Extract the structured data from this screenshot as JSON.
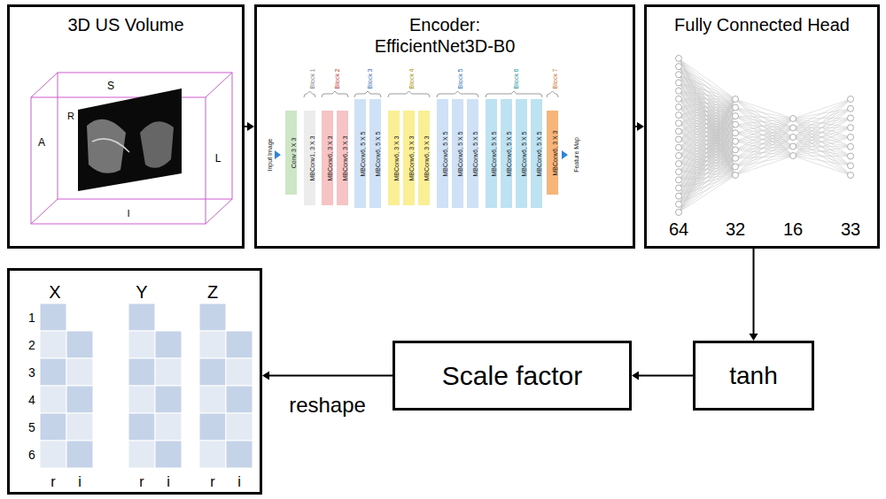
{
  "diagram": {
    "nodes": [
      {
        "text": [
          "3D US Volume"
        ]
      },
      {
        "text": [
          "Encoder: EfficientNet3D-B0"
        ]
      },
      {
        "text": [
          "Conv 3 X 3"
        ],
        "in": 1
      },
      {
        "text": [
          "MBConv1, 3 X 3"
        ],
        "in": 1
      },
      {
        "text": [
          "MBConv6, 3 X 3"
        ],
        "in": 1
      },
      {
        "text": [
          "MBConv6, 3 X 3"
        ],
        "in": 1
      },
      {
        "text": [
          "MBConv6, 5 X 5"
        ],
        "in": 1
      },
      {
        "text": [
          "MBConv6, 5 X 5"
        ],
        "in": 1
      },
      {
        "text": [
          "MBConv6, 3 X 3"
        ],
        "in": 1
      },
      {
        "text": [
          "MBConv6, 3 X 3"
        ],
        "in": 1
      },
      {
        "text": [
          "MBConv6, 3 X 3"
        ],
        "in": 1
      },
      {
        "text": [
          "MBConv6, 5 X 5"
        ],
        "in": 1
      },
      {
        "text": [
          "MBConv6, 5 X 5"
        ],
        "in": 1
      },
      {
        "text": [
          "MBConv6, 5 X 5"
        ],
        "in": 1
      },
      {
        "text": [
          "MBConv6, 5 X 5"
        ],
        "in": 1
      },
      {
        "text": [
          "MBConv6, 5 X 5"
        ],
        "in": 1
      },
      {
        "text": [
          "MBConv6, 5 X 5"
        ],
        "in": 1
      },
      {
        "text": [
          "MBConv6, 5 X 5"
        ],
        "in": 1
      },
      {
        "text": [
          "MBConv6, 3 X 3"
        ],
        "in": 1
      },
      {
        "text": [
          "Fully Connected Head"
        ]
      },
      {
        "text": [
          "X",
          "Y",
          "Z"
        ]
      },
      {
        "text": [
          "Scale factor"
        ]
      },
      {
        "text": [
          "tanh"
        ]
      }
    ],
    "edges": [
      {
        "from": 0,
        "to": 1,
        "arrow": "to"
      },
      {
        "from": 1,
        "to": 19,
        "arrow": "to"
      },
      {
        "from": 19,
        "to": 22,
        "arrow": "to"
      },
      {
        "from": 22,
        "to": 21,
        "arrow": "to"
      },
      {
        "from": 21,
        "to": 20,
        "label": "reshape",
        "arrow": "to"
      }
    ],
    "labels": [
      "S",
      "R",
      "A",
      "L",
      "I",
      "Input Image",
      "Block 1",
      "Block 2",
      "Block 3",
      "Block 4",
      "Block 5",
      "Block 6",
      "Block 7",
      "Feature Map",
      "64",
      "32",
      "16",
      "33",
      "1",
      "2",
      "3",
      "4",
      "5",
      "6",
      "r",
      "i",
      "r",
      "i",
      "r",
      "i"
    ]
  }
}
